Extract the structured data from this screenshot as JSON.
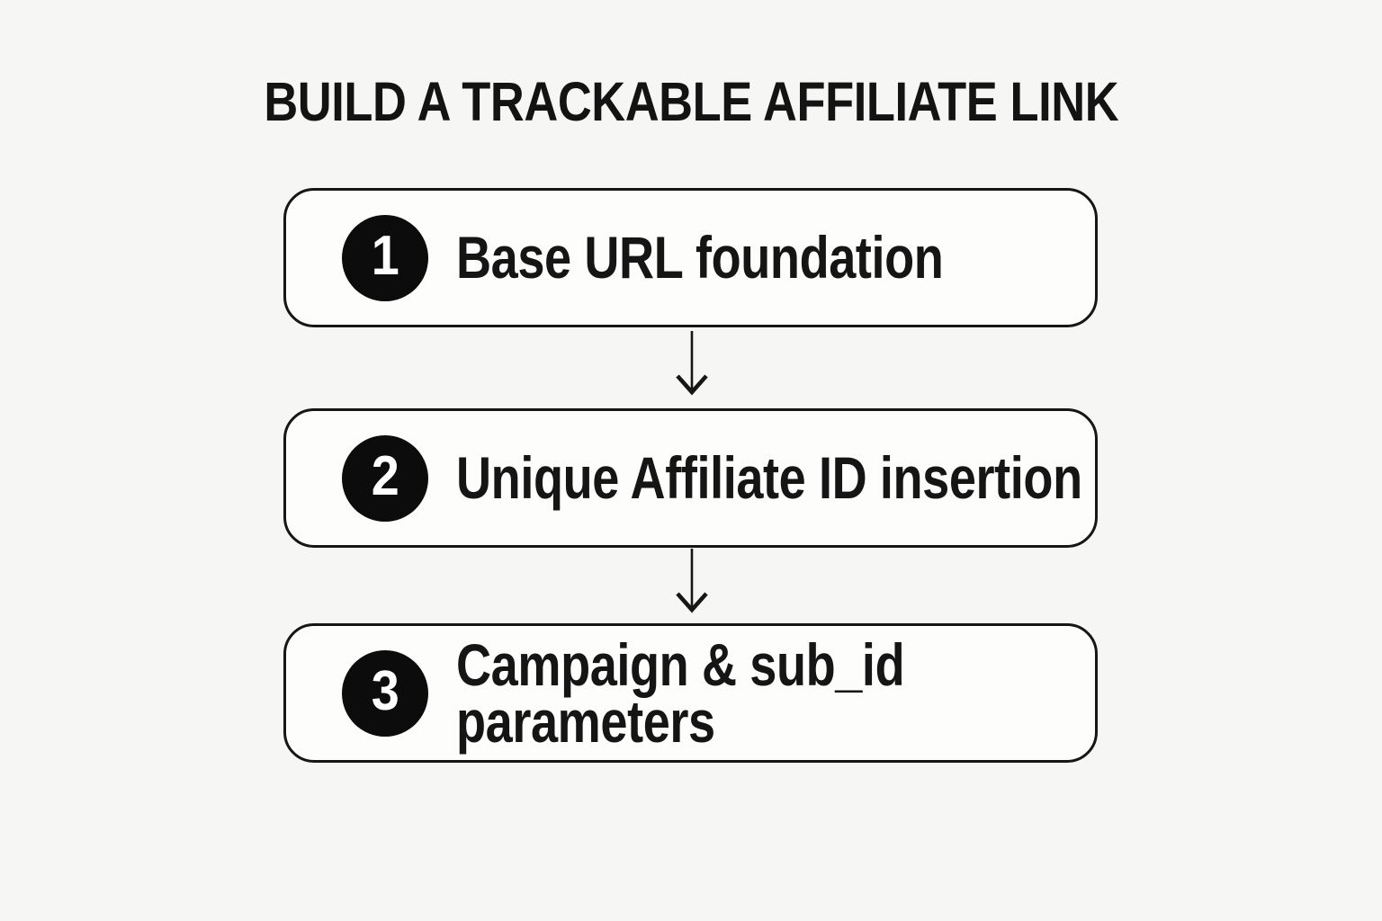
{
  "title": "BUILD A TRACKABLE AFFILIATE LINK",
  "steps": [
    {
      "number": "1",
      "label": "Base URL foundation"
    },
    {
      "number": "2",
      "label": "Unique Affiliate ID insertion"
    },
    {
      "number": "3",
      "label": "Campaign & sub_id parameters"
    }
  ],
  "icons": [
    {
      "name": "arrow-down-icon",
      "glyph": "↓"
    },
    {
      "name": "arrow-down-icon",
      "glyph": "↓"
    }
  ],
  "colors": {
    "background": "#f6f6f4",
    "box_fill": "#fdfdfc",
    "outline": "#161616",
    "badge_fill": "#0c0c0c",
    "badge_text": "#ffffff",
    "text": "#151515"
  }
}
